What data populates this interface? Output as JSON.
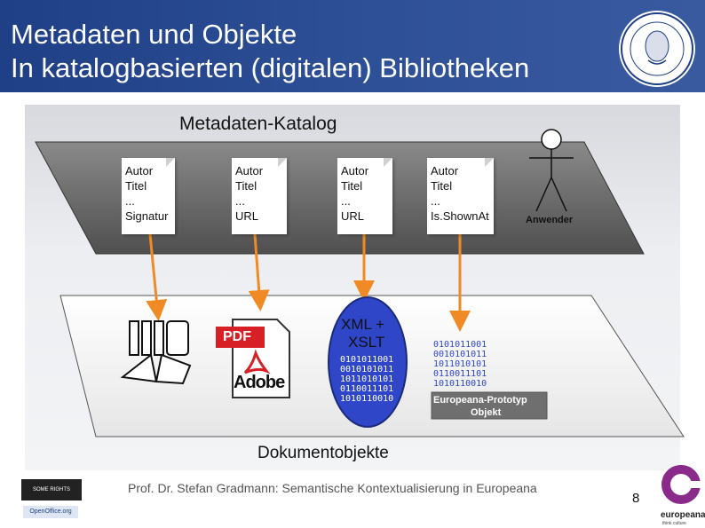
{
  "title": {
    "line1": "Metadaten und Objekte",
    "line2": "In katalogbasierten (digitalen) Bibliotheken"
  },
  "catalog": {
    "label": "Metadaten-Katalog",
    "cards": [
      {
        "lines": [
          "Autor",
          "Titel",
          "...",
          "Signatur"
        ]
      },
      {
        "lines": [
          "Autor",
          "Titel",
          "...",
          "URL"
        ]
      },
      {
        "lines": [
          "Autor",
          "Titel",
          "...",
          "URL"
        ]
      },
      {
        "lines": [
          "Autor",
          "Titel",
          "...",
          "Is.ShownAt"
        ]
      }
    ],
    "user_label": "Anwender"
  },
  "documents": {
    "label": "Dokumentobjekte",
    "pdf_label": "PDF",
    "adobe_label": "Adobe",
    "xml_label_1": "XML +",
    "xml_label_2": "XSLT",
    "xml_binary": [
      "0101011001",
      "0010101011",
      "1011010101",
      "0110011101",
      "1010110010"
    ],
    "europeana_binary": [
      "0101011001",
      "0010101011",
      "1011010101",
      "0110011101",
      "1010110010"
    ],
    "europeana_box_line1": "Europeana-Prototyp",
    "europeana_box_line2": "Objekt"
  },
  "footer": {
    "author_text": "Prof. Dr. Stefan Gradmann: Semantische Kontextualisierung in Europeana",
    "page_number": "8",
    "cc_badge": "SOME RIGHTS RESERVED",
    "oo_badge": "OpenOffice.org",
    "europeana_word": "europeana",
    "europeana_sub": "think culture"
  },
  "colors": {
    "header": "#1f3f86",
    "arrow": "#f08a24",
    "catalog_plane": "#6b6b6b",
    "xml_ellipse": "#2f46c8"
  }
}
